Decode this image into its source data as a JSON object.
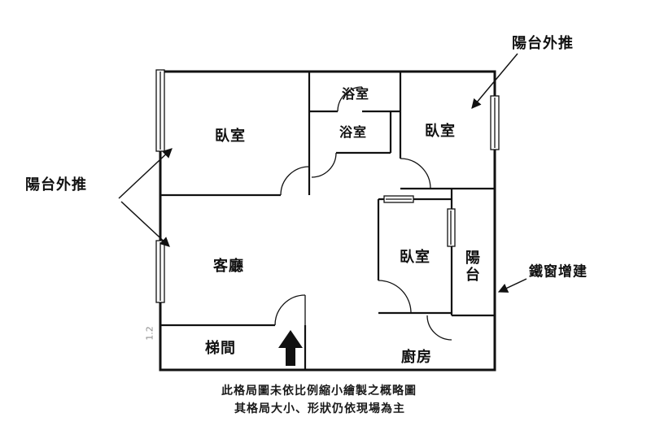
{
  "rooms": {
    "bedroom_top_left": "臥室",
    "bathroom_top": "浴室",
    "bathroom_middle": "浴室",
    "bedroom_top_right": "臥室",
    "living_room": "客廳",
    "bedroom_middle": "臥室",
    "balcony": "陽台",
    "stairwell": "梯間",
    "kitchen": "廚房"
  },
  "annotations": {
    "balcony_pushout_top_right": "陽台外推",
    "balcony_pushout_left": "陽台外推",
    "iron_window_addition": "鐵窗增建",
    "dimension_left": "1.2"
  },
  "footer": {
    "line1": "此格局圖未依比例縮小繪製之概略圖",
    "line2": "其格局大小、形狀仍依現場為主"
  },
  "colors": {
    "wall": "#111111",
    "background": "#ffffff",
    "dimension_text": "#8f8f8f"
  }
}
